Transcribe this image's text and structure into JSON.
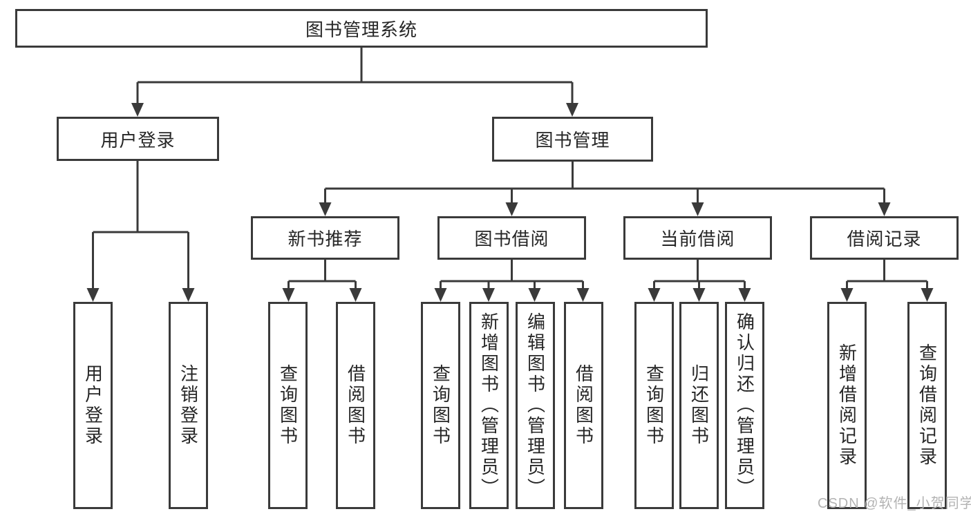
{
  "diagram": {
    "root": {
      "label": "图书管理系统"
    },
    "level2": [
      {
        "label": "用户登录"
      },
      {
        "label": "图书管理"
      }
    ],
    "level3": [
      {
        "label": "新书推荐"
      },
      {
        "label": "图书借阅"
      },
      {
        "label": "当前借阅"
      },
      {
        "label": "借阅记录"
      }
    ],
    "leaves": [
      {
        "parent": "用户登录",
        "items": [
          "用户登录",
          "注销登录"
        ]
      },
      {
        "parent": "新书推荐",
        "items": [
          "查询图书",
          "借阅图书"
        ]
      },
      {
        "parent": "图书借阅",
        "items": [
          "查询图书",
          "新增图书（管理员）",
          "编辑图书（管理员）",
          "借阅图书"
        ]
      },
      {
        "parent": "当前借阅",
        "items": [
          "查询图书",
          "归还图书",
          "确认归还（管理员）"
        ]
      },
      {
        "parent": "借阅记录",
        "items": [
          "新增借阅记录",
          "查询借阅记录"
        ]
      }
    ],
    "colors": {
      "line": "#3a3a3a",
      "text": "#262626",
      "background": "#ffffff",
      "watermark": "#b3b3b3"
    }
  },
  "watermark": "CSDN @软件_小贺同学"
}
